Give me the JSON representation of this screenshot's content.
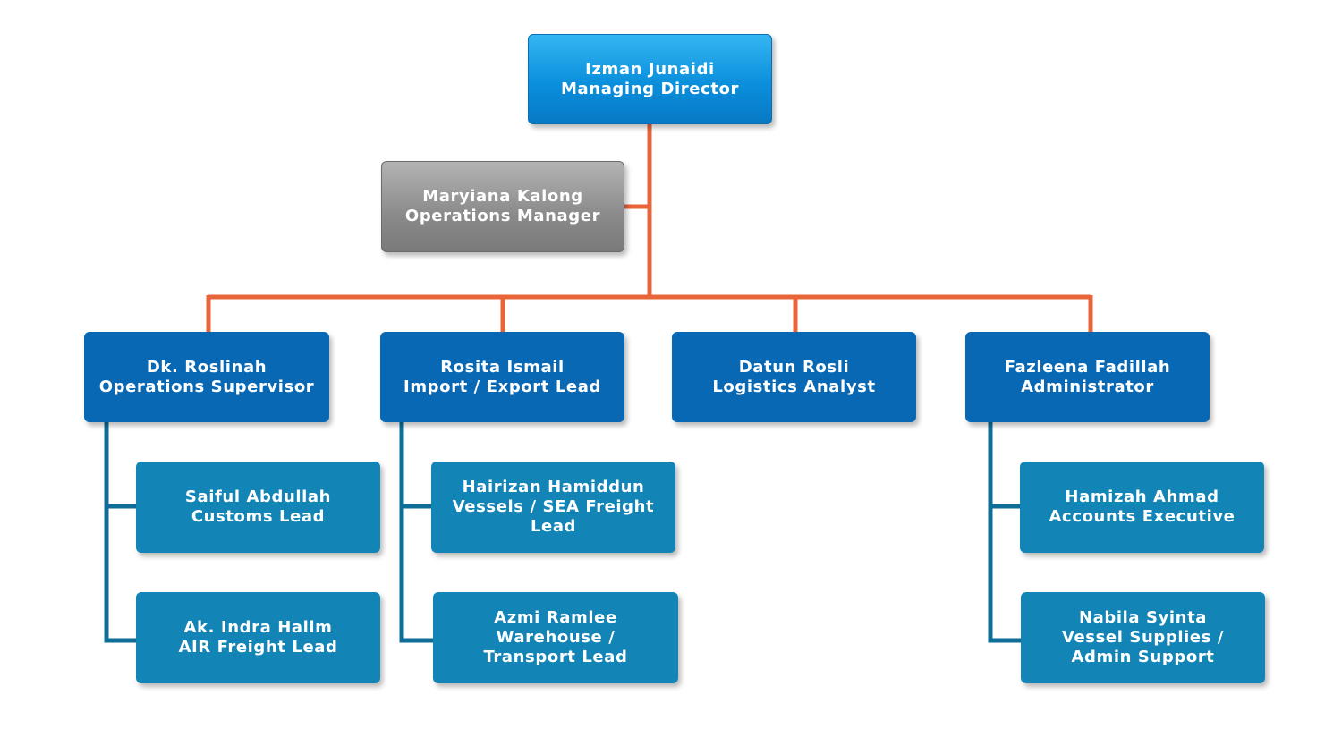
{
  "director": {
    "name": "Izman Junaidi",
    "title": "Managing Director"
  },
  "assistant": {
    "name": "Maryiana Kalong",
    "title": "Operations Manager"
  },
  "leads": [
    {
      "name": "Dk. Roslinah",
      "title": "Operations Supervisor",
      "reports": [
        {
          "name": "Saiful Abdullah",
          "title": "Customs Lead"
        },
        {
          "name": "Ak. Indra Halim",
          "title": "AIR Freight Lead"
        }
      ]
    },
    {
      "name": "Rosita Ismail",
      "title": "Import / Export Lead",
      "reports": [
        {
          "name": "Hairizan Hamiddun",
          "title": "Vessels / SEA Freight Lead"
        },
        {
          "name": "Azmi Ramlee",
          "title": "Warehouse / Transport Lead"
        }
      ]
    },
    {
      "name": "Datun Rosli",
      "title": "Logistics Analyst",
      "reports": []
    },
    {
      "name": "Fazleena Fadillah",
      "title": "Administrator",
      "reports": [
        {
          "name": "Hamizah Ahmad",
          "title": "Accounts Executive"
        },
        {
          "name": "Nabila Syinta",
          "title": "Vessel Supplies / Admin Support"
        }
      ]
    }
  ],
  "colors": {
    "orange_connector": "#e8653a",
    "teal_connector": "#0f6e97"
  }
}
